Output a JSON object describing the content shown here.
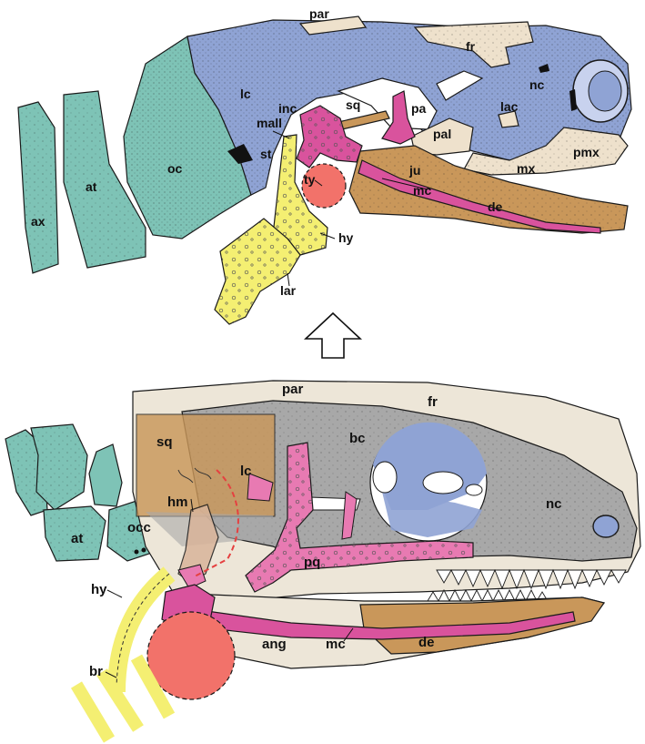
{
  "top_labels": {
    "par": "par",
    "fr": "fr",
    "nc": "nc",
    "lc": "lc",
    "inc": "inc",
    "mall": "mall",
    "sq": "sq",
    "pa": "pa",
    "lac": "lac",
    "pal": "pal",
    "oc": "oc",
    "at": "at",
    "ax": "ax",
    "st": "st",
    "ty": "ty",
    "ju": "ju",
    "mc": "mc",
    "mx": "mx",
    "pmx": "pmx",
    "de": "de",
    "hy": "hy",
    "lar": "lar"
  },
  "bottom_labels": {
    "par": "par",
    "fr": "fr",
    "bc": "bc",
    "sq": "sq",
    "lc": "lc",
    "hm": "hm",
    "nc": "nc",
    "occ": "occ",
    "at": "at",
    "pq": "pq",
    "hy": "hy",
    "br": "br",
    "ang": "ang",
    "mc": "mc",
    "de": "de"
  },
  "arrow": {
    "direction": "up",
    "icon": "hollow-up-arrow-icon"
  },
  "colors": {
    "teal": "#7ec3b6",
    "blue": "#8fa3d4",
    "beige": "#eee1cc",
    "magenta": "#d9539d",
    "yellow": "#f4ef72",
    "salmon": "#f2726a",
    "brown": "#c9975a",
    "gray": "#a8a8a8",
    "skull": "#ede6d8"
  }
}
